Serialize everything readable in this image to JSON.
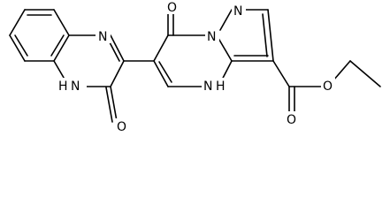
{
  "labels": {
    "n_quinox_top": "N",
    "nh_quinox_label": "N",
    "nh_quinox_h": "H",
    "o_lactam_quinox": "O",
    "o_ketone_top": "O",
    "n_pyrazole_top": "N",
    "n_bridge": "N",
    "nh_ring_n": "N",
    "nh_ring_h": "H",
    "o_ester_dbl": "O",
    "o_ester_single": "O"
  }
}
